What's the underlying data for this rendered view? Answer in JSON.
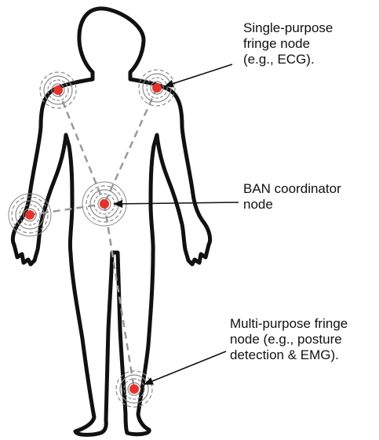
{
  "labels": {
    "single_purpose": [
      "Single-purpose",
      "fringe node",
      "(e.g., ECG)."
    ],
    "coordinator": [
      "BAN coordinator",
      "node"
    ],
    "multi_purpose": [
      "Multi-purpose fringe",
      "node (e.g., posture",
      "detection & EMG)."
    ]
  },
  "nodes": [
    {
      "id": "left-shoulder",
      "role": "fringe"
    },
    {
      "id": "right-shoulder",
      "role": "single-purpose fringe"
    },
    {
      "id": "left-hand",
      "role": "fringe"
    },
    {
      "id": "coordinator",
      "role": "BAN coordinator"
    },
    {
      "id": "ankle",
      "role": "multi-purpose fringe"
    }
  ],
  "colors": {
    "node_dot": "#e8302a",
    "link": "#999999",
    "ring": "#8a8a8a",
    "outline": "#111111",
    "text": "#111111"
  }
}
